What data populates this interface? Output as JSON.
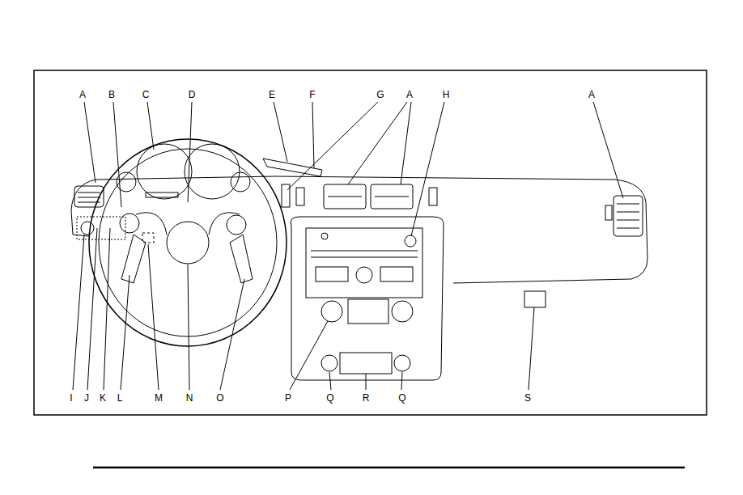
{
  "diagram": {
    "labels": [
      "A",
      "B",
      "C",
      "D",
      "E",
      "F",
      "G",
      "A",
      "H",
      "A",
      "I",
      "J",
      "K",
      "L",
      "M",
      "N",
      "O",
      "P",
      "Q",
      "R",
      "Q",
      "S"
    ]
  }
}
